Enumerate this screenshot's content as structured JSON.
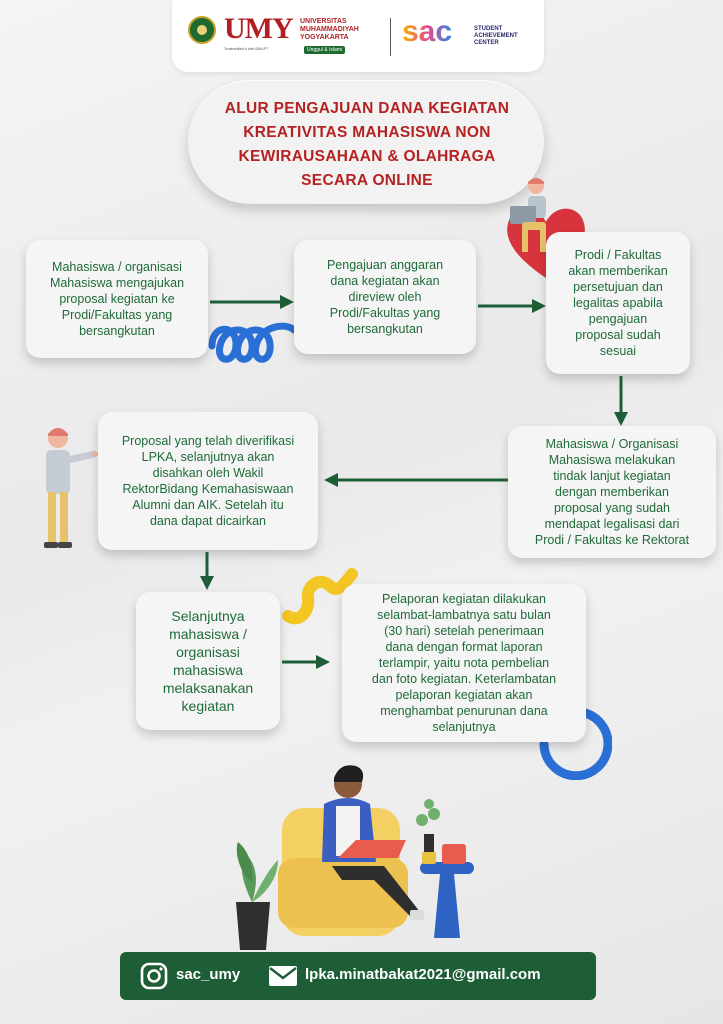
{
  "header": {
    "umy_logo_text": "UMY",
    "umy_name_lines": [
      "UNIVERSITAS",
      "MUHAMMADIYAH",
      "YOGYAKARTA"
    ],
    "umy_accreditation": "Terakreditasi A oleh BAN-PT",
    "umy_tagline": "Unggul & Islami",
    "sac_logo_text": "sac",
    "sac_name_lines": [
      "STUDENT",
      "ACHIEVEMENT",
      "CENTER"
    ]
  },
  "title_lines": [
    "ALUR PENGAJUAN DANA KEGIATAN",
    "KREATIVITAS MAHASISWA NON",
    "KEWIRAUSAHAAN & OLAHRAGA",
    "SECARA ONLINE"
  ],
  "steps": {
    "step1": [
      "Mahasiswa / organisasi",
      "Mahasiswa mengajukan",
      "proposal kegiatan ke",
      "Prodi/Fakultas yang",
      "bersangkutan"
    ],
    "step2": [
      "Pengajuan anggaran",
      "dana kegiatan akan",
      "direview oleh",
      "Prodi/Fakultas yang",
      "bersangkutan"
    ],
    "step3": [
      "Prodi / Fakultas",
      "akan memberikan",
      "persetujuan dan",
      "legalitas apabila",
      "pengajuan",
      "proposal sudah",
      "sesuai"
    ],
    "step4": [
      "Mahasiswa / Organisasi",
      "Mahasiswa melakukan",
      "tindak lanjut kegiatan",
      "dengan memberikan",
      "proposal yang sudah",
      "mendapat legalisasi dari",
      "Prodi / Fakultas ke Rektorat"
    ],
    "step5": [
      "Proposal yang telah diverifikasi",
      "LPKA, selanjutnya akan",
      "disahkan oleh Wakil",
      "RektorBidang Kemahasiswaan",
      "Alumni dan AIK. Setelah itu",
      "dana dapat dicairkan"
    ],
    "step6": [
      "Selanjutnya",
      "mahasiswa /",
      "organisasi",
      "mahasiswa",
      "melaksanakan",
      "kegiatan"
    ],
    "step7": [
      "Pelaporan kegiatan dilakukan",
      "selambat-lambatnya satu bulan",
      "(30 hari) setelah penerimaan",
      "dana dengan format laporan",
      "terlampir, yaitu nota pembelian",
      "dan foto kegiatan. Keterlambatan",
      "pelaporan kegiatan akan",
      "menghambat penurunan dana",
      "selanjutnya"
    ]
  },
  "footer": {
    "instagram_icon": "instagram-icon",
    "instagram": "sac_umy",
    "email_icon": "mail-icon",
    "email": "lpka.minatbakat2021@gmail.com"
  },
  "colors": {
    "title_red": "#b52222",
    "text_green": "#1f6b3a",
    "arrow_green": "#1e5e36",
    "footer_green": "#1e5e36"
  }
}
